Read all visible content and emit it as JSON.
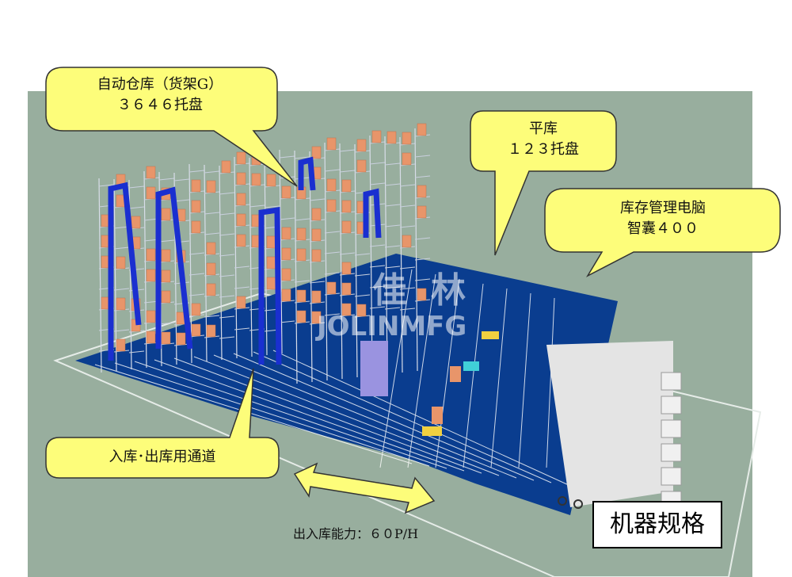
{
  "callouts": {
    "asrs": {
      "line1": "自动仓库（货架G）",
      "line2": "３６４６托盘"
    },
    "flat": {
      "line1": "平库",
      "line2": "１２３托盘"
    },
    "wms": {
      "line1": "库存管理电脑",
      "line2": "智囊４００"
    },
    "passage": {
      "line1": "入库･出库用通道"
    }
  },
  "throughput": "出入库能力：６０P/H",
  "spec_title": "机器规格",
  "watermark": {
    "brand_cn": "佳林",
    "brand_en": "JOLINMFG"
  },
  "colors": {
    "background": "#98ae9e",
    "callout": "#fdfd7a",
    "floor": "#0a3d8f",
    "crane": "#1a2fd0",
    "pallet": "#e8956a"
  }
}
